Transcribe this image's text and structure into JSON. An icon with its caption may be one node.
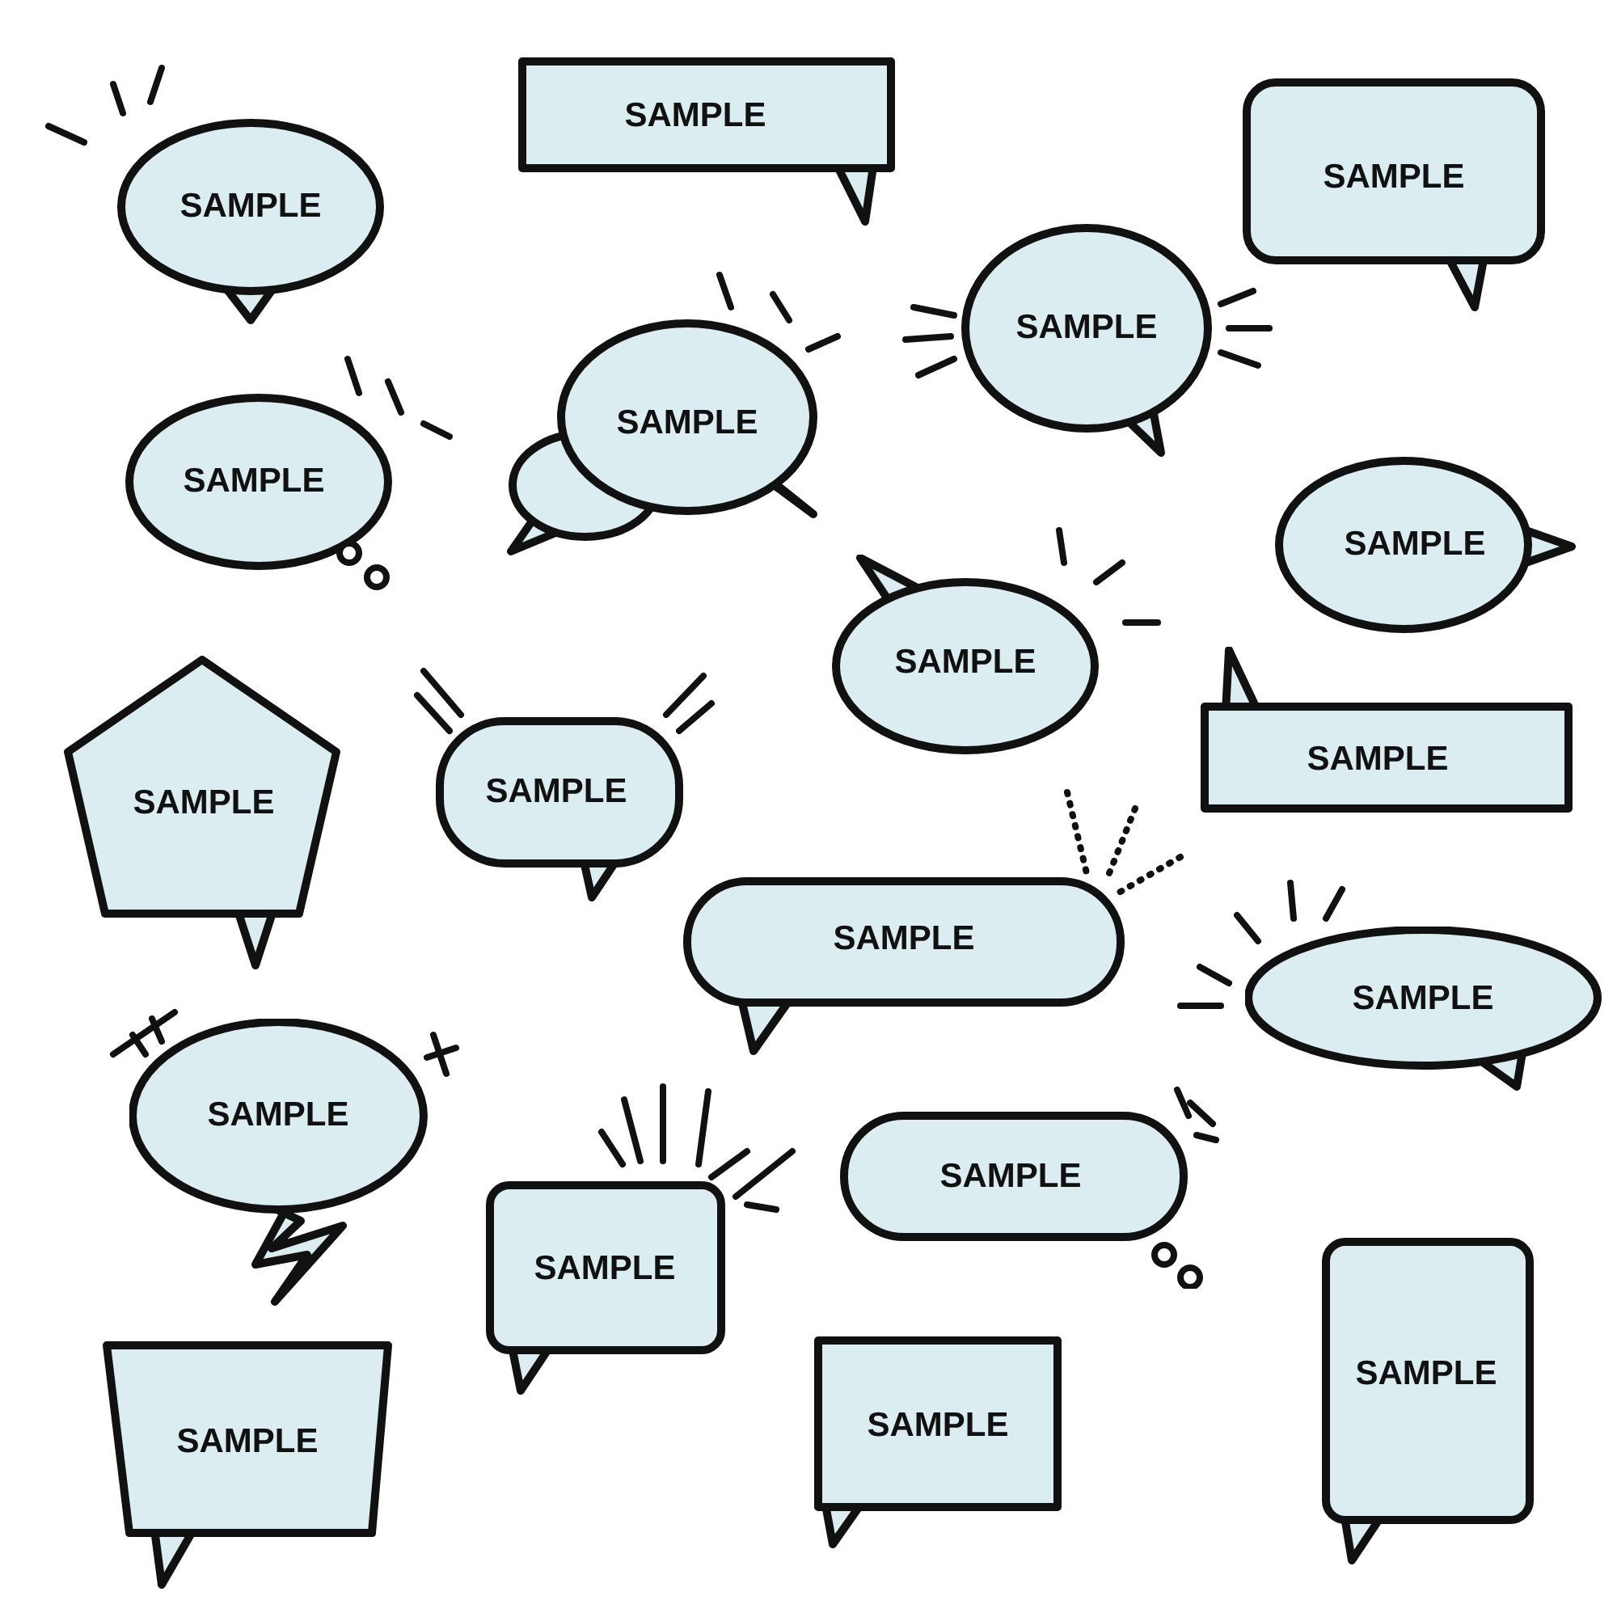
{
  "diagram": {
    "nodes": [
      {
        "text": [
          "SAMPLE"
        ]
      },
      {
        "text": [
          "SAMPLE"
        ]
      },
      {
        "text": [
          "SAMPLE"
        ]
      },
      {
        "text": [
          "SAMPLE"
        ]
      },
      {
        "text": [
          "SAMPLE"
        ]
      },
      {
        "text": [
          "SAMPLE"
        ]
      },
      {
        "text": [
          "SAMPLE"
        ]
      },
      {
        "text": [
          "SAMPLE"
        ]
      },
      {
        "text": [
          "SAMPLE"
        ]
      },
      {
        "text": [
          "SAMPLE"
        ]
      },
      {
        "text": [
          "SAMPLE"
        ]
      },
      {
        "text": [
          "SAMPLE"
        ]
      },
      {
        "text": [
          "SAMPLE"
        ]
      },
      {
        "text": [
          "SAMPLE"
        ]
      },
      {
        "text": [
          "SAMPLE"
        ]
      },
      {
        "text": [
          "SAMPLE"
        ]
      },
      {
        "text": [
          "SAMPLE"
        ]
      },
      {
        "text": [
          "SAMPLE"
        ]
      },
      {
        "text": [
          "SAMPLE"
        ]
      }
    ]
  }
}
